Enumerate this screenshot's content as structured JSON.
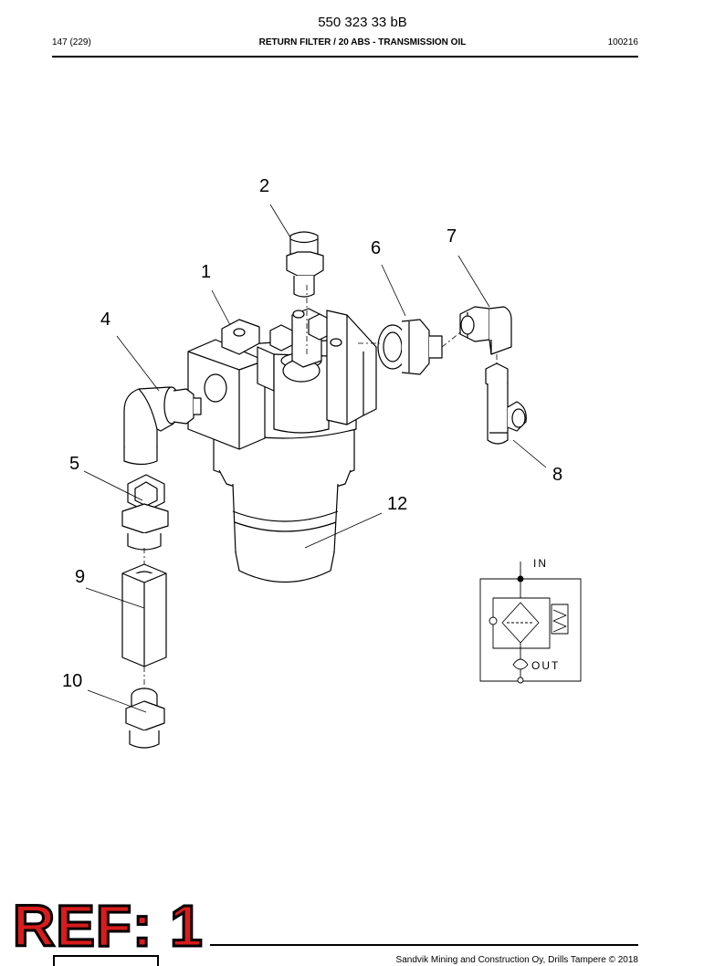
{
  "header": {
    "doc_number": "550 323 33 bB",
    "page": "147 (229)",
    "title": "RETURN FILTER / 20 ABS - TRANSMISSION OIL",
    "code": "100216"
  },
  "callouts": [
    "1",
    "2",
    "4",
    "5",
    "6",
    "7",
    "8",
    "9",
    "10",
    "12"
  ],
  "symbol": {
    "in_label": "IN",
    "out_label": "OUT"
  },
  "stamp": "REF: 1",
  "footer": {
    "copyright": "Sandvik Mining and Construction Oy, Drills Tampere © 2018"
  }
}
